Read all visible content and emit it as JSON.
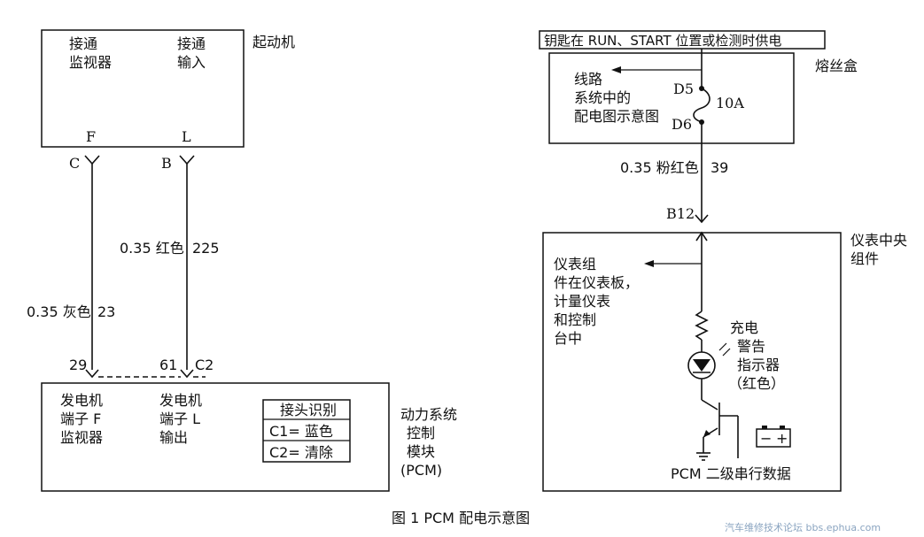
{
  "left": {
    "starter": {
      "col1": [
        "接通",
        "监视器"
      ],
      "col2": [
        "接通",
        "输入"
      ],
      "name": "起动机",
      "pin_f": "F",
      "pin_l": "L"
    },
    "connector_c": "C",
    "connector_b": "B",
    "wire_gray": {
      "spec": "0.35 灰色",
      "circuit": "23"
    },
    "wire_red": {
      "spec": "0.35 红色",
      "circuit": "225"
    },
    "pcm_pins": {
      "p29": "29",
      "p61": "61",
      "conn": "C2"
    },
    "pcm": {
      "col1": [
        "发电机",
        "端子 F",
        "监视器"
      ],
      "col2": [
        "发电机",
        "端子 L",
        "输出"
      ],
      "legend_title": "接头识别",
      "legend_rows": [
        "C1= 蓝色",
        "C2= 清除"
      ],
      "name": [
        "动力系统",
        "控制",
        "模块",
        "(PCM)"
      ]
    }
  },
  "right": {
    "supply": "钥匙在 RUN、START 位置或检测时供电",
    "fuse_box": {
      "name": "熔丝盒",
      "note": [
        "线路",
        "系统中的",
        "配电图示意图"
      ],
      "d5": "D5",
      "d6": "D6",
      "rating": "10A"
    },
    "wire_pink": {
      "spec": "0.35 粉红色",
      "circuit": "39"
    },
    "connector": "B12",
    "cluster": {
      "name": [
        "仪表中央",
        "组件"
      ],
      "note": [
        "仪表组",
        "件在仪表板，",
        "计量仪表",
        "和控制",
        "台中"
      ],
      "lamp": [
        "充电",
        "警告",
        "指示器",
        "（红色）"
      ],
      "battery_minus": "−",
      "battery_plus": "+",
      "data_line": "PCM 二级串行数据"
    }
  },
  "caption": "图 1  PCM 配电示意图",
  "watermark": "汽车维修技术论坛 bbs.ephua.com"
}
